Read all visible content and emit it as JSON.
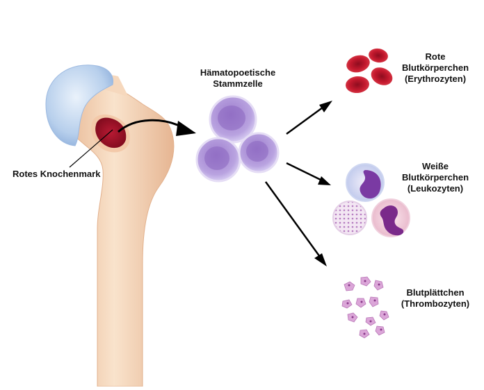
{
  "labels": {
    "bone_marrow": "Rotes Knochenmark",
    "stem_cell": [
      "Hämatopoetische",
      "Stammzelle"
    ],
    "red_cells": [
      "Rote",
      "Blutkörperchen",
      "(Erythrozyten)"
    ],
    "white_cells": [
      "Weiße",
      "Blutkörperchen",
      "(Leukozyten)"
    ],
    "platelets": [
      "Blutplättchen",
      "(Thrombozyten)"
    ]
  },
  "colors": {
    "bone": "#f5d6b8",
    "cartilage": "#a9c6e8",
    "marrow": "#a3122a",
    "stem_cell": "#c9b3e6",
    "erythrocyte": "#c0172b",
    "platelet": "#d99ad8",
    "arrow": "#000000"
  }
}
